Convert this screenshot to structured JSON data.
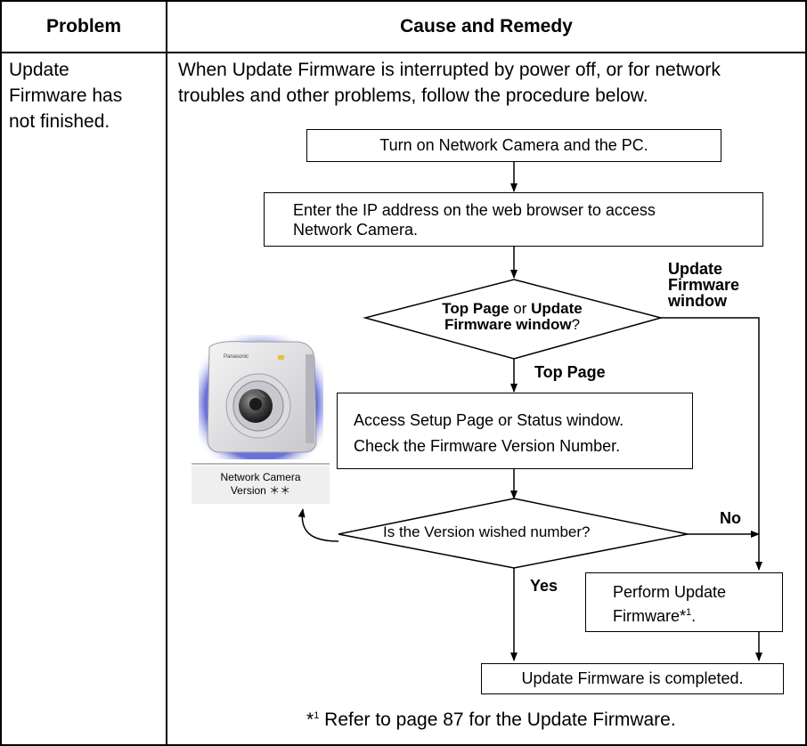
{
  "header": {
    "problem": "Problem",
    "cause_remedy": "Cause and Remedy"
  },
  "problem_text": [
    "Update",
    "Firmware has",
    "not finished."
  ],
  "intro": [
    "When Update Firmware is interrupted by power off, or for network",
    "troubles and other problems, follow the procedure below."
  ],
  "flow": {
    "step1": "Turn on Network Camera and the PC.",
    "step2": [
      "Enter the IP address on the web browser to access",
      "Network Camera."
    ],
    "decision1": {
      "line1_bold": "Top Page",
      "line1_or": " or ",
      "line1_bold2": "Update",
      "line2_bold": "Firmware window",
      "line2_end": "?"
    },
    "branch_update": [
      "Update",
      "Firmware",
      "window"
    ],
    "branch_top": "Top Page",
    "step3": [
      "Access Setup Page or Status window.",
      "Check the Firmware Version Number."
    ],
    "decision2": "Is the Version wished number?",
    "branch_no": "No",
    "branch_yes": "Yes",
    "perform": [
      "Perform Update",
      "Firmware*"
    ],
    "perform_sup": "1",
    "perform_end": ".",
    "completed": "Update Firmware is completed."
  },
  "camera_image": {
    "brand": "Panasonic",
    "caption_line1": "Network Camera",
    "caption_line2": "Version ＊＊"
  },
  "footnote": {
    "mark": "*",
    "sup": "1",
    "text": " Refer to page 87 for the Update Firmware."
  }
}
